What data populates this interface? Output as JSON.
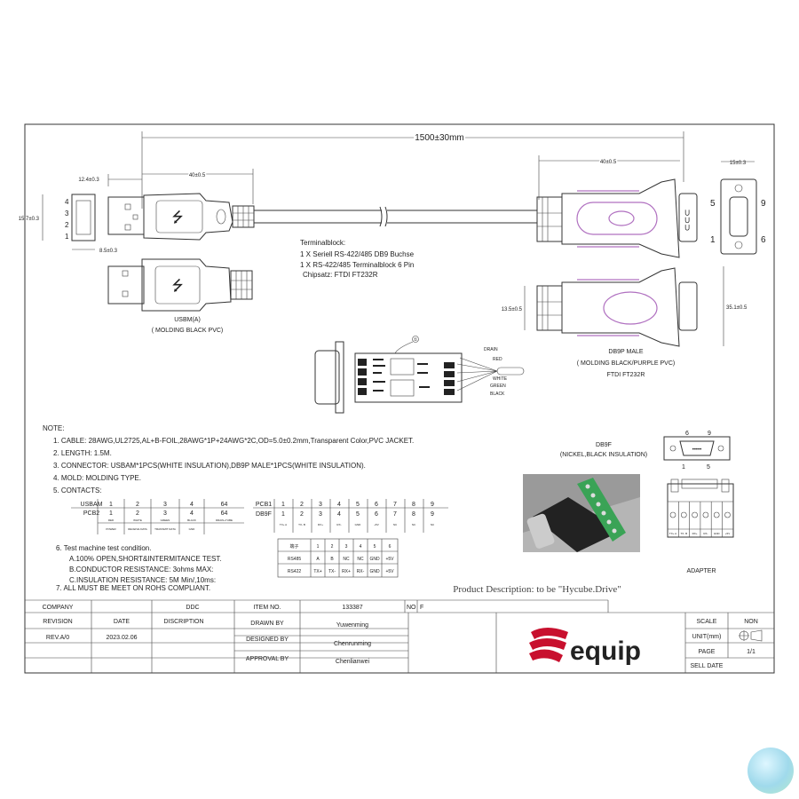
{
  "dimensions": {
    "total_length": "1500±30mm",
    "usb_mold_length": "40±0.5",
    "usb_plug_length": "12.4±0.3",
    "usb_height": "15.7±0.3",
    "usb_width": "8.5±0.3",
    "db9_mold_length": "40±0.5",
    "db9_face_width": "15±0.3",
    "db9_mold_height": "13.5±0.5",
    "db9_total_height": "35.1±0.5"
  },
  "usb_pins": [
    "4",
    "3",
    "2",
    "1"
  ],
  "db9_face_pins": {
    "top_left": "5",
    "top_right": "9",
    "bottom_left": "1",
    "bottom_right": "6"
  },
  "usb_label": {
    "name": "USBM(A)",
    "molding": "( MOLDING BLACK PVC)"
  },
  "db9_label": {
    "name": "DB9P MALE",
    "molding": "( MOLDING BLACK/PURPLE PVC)",
    "chip": "FTDI FT232R"
  },
  "terminal_block": {
    "title": "Terminalblock:",
    "lines": [
      "1 X Seriell RS-422/485 DB9 Buchse",
      "1 X RS-422/485 Terminalblock 6 Pin",
      "Chipsatz: FTDI FT232R"
    ]
  },
  "pcb_callout": "①",
  "wires": [
    "DRAIN",
    "RED",
    "WHITE",
    "GREEN",
    "BLACK"
  ],
  "notes": {
    "heading": "NOTE:",
    "items": [
      "1. CABLE: 28AWG,UL2725,AL+B-FOIL,28AWG*1P+24AWG*2C,OD=5.0±0.2mm,Transparent Color,PVC JACKET.",
      "2. LENGTH: 1.5M.",
      "3. CONNECTOR: USBAM*1PCS(WHITE INSULATION),DB9P MALE*1PCS(WHITE INSULATION).",
      "4. MOLD: MOLDING TYPE.",
      "5. CONTACTS:"
    ],
    "test": {
      "heading": "6. Test machine test condition.",
      "lines": [
        "A.100% OPEN,SHORT&INTERMITANCE TEST.",
        "B.CONDUCTOR RESISTANCE: 3ohms MAX:",
        "C.INSULATION RESISTANCE: 5M Min/,10ms:"
      ]
    },
    "rohs": "7. ALL MUST BE MEET ON ROHS COMPLIANT."
  },
  "usb_contacts": {
    "row1_label": "USBAM",
    "row1": [
      "1",
      "2",
      "3",
      "4",
      "64"
    ],
    "row2_label": "PCB2",
    "row2": [
      "1",
      "2",
      "3",
      "4",
      "64"
    ],
    "colors": [
      "RED",
      "WHITE",
      "GREEN",
      "BLACK",
      "DRAIN+TUBE"
    ],
    "functions": [
      "POWER",
      "RECEIVE DATA",
      "TRANSMIT DATA",
      "GND",
      ""
    ]
  },
  "db9_contacts": {
    "row1_label": "PCB1",
    "row1": [
      "1",
      "2",
      "3",
      "4",
      "5",
      "6",
      "7",
      "8",
      "9"
    ],
    "row2_label": "DB9F",
    "row2": [
      "1",
      "2",
      "3",
      "4",
      "5",
      "6",
      "7",
      "8",
      "9"
    ],
    "signals": [
      "TX+ A",
      "TX- B",
      "RX+",
      "RX-",
      "GND",
      "+5V",
      "NC",
      "NC",
      "NC"
    ]
  },
  "terminal_table": {
    "header": [
      "端子",
      "1",
      "2",
      "3",
      "4",
      "5",
      "6"
    ],
    "rows": [
      [
        "RS485",
        "A",
        "B",
        "NC",
        "NC",
        "GND",
        "+5V"
      ],
      [
        "RS422",
        "TX+",
        "TX-",
        "RX+",
        "RX-",
        "GND",
        "+5V"
      ]
    ]
  },
  "db9f": {
    "name": "DB9F",
    "insulation": "(NICKEL,BLACK INSULATION)",
    "pins": {
      "tl": "6",
      "tr": "9",
      "bl": "1",
      "br": "5"
    }
  },
  "adapter": {
    "label": "ADAPTER",
    "terminals": [
      "TX+ A",
      "TX- B",
      "RX+",
      "RX-",
      "GND",
      "+5V"
    ]
  },
  "product_description": "Product Description: to be \"Hycube.Drive\"",
  "title_block": {
    "company_label": "COMPANY",
    "company": "DDC",
    "item_label": "ITEM    NO.",
    "item_no": "133387",
    "no_label": "NO",
    "no_value": "F",
    "revision_label": "REVISION",
    "date_label": "DATE",
    "description_label": "DISCRIPTION",
    "revision": "REV.A/0",
    "date": "2023.02.06",
    "drawn_label": "DRAWN BY",
    "drawn": "Yuwenming",
    "designed_label": "DESIGNED BY",
    "designed": "Chenrunming",
    "approval_label": "APPROVAL BY",
    "approval": "Chenlianwei",
    "scale_label": "SCALE",
    "scale": "NON",
    "unit_label": "UNIT(mm)",
    "page_label": "PAGE",
    "page": "1/1",
    "sell_date_label": "SELL DATE"
  },
  "logo": {
    "text": "equip",
    "color": "#c8102e"
  },
  "colors": {
    "molding_accent": "#b070c0",
    "terminal_green": "#3aa356"
  }
}
